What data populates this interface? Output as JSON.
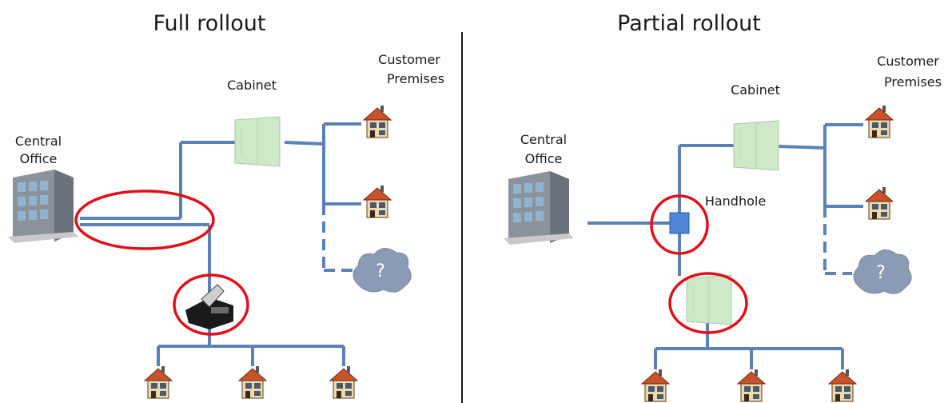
{
  "panels": {
    "full": {
      "title": "Full rollout",
      "central_office": [
        "Central",
        "Office"
      ],
      "cabinet": "Cabinet",
      "customer_premises": [
        "Customer",
        "Premises"
      ],
      "unknown": "?"
    },
    "partial": {
      "title": "Partial rollout",
      "central_office": [
        "Central",
        "Office"
      ],
      "cabinet": "Cabinet",
      "customer_premises": [
        "Customer",
        "Premises"
      ],
      "handhole": "Handhole",
      "unknown": "?"
    }
  },
  "colors": {
    "line": "#5b82b4",
    "highlight": "#e0101a",
    "cabinet": "#cfe9c8",
    "handhole": "#4f86d6",
    "cloud": "#8b9bb5",
    "roof": "#c8532a",
    "house_wall": "#ecd9b0",
    "building": "#8a939c"
  },
  "icons": [
    "building-icon",
    "cabinet-icon",
    "house-icon",
    "cloud-icon",
    "handhole-icon",
    "splice-closure-icon"
  ]
}
